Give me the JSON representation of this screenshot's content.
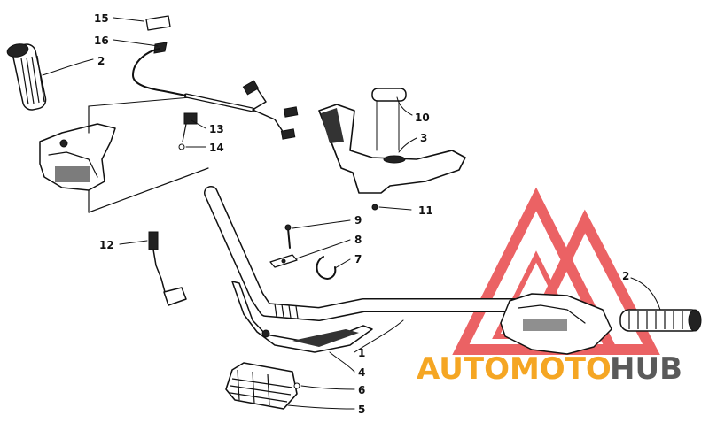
{
  "callouts": [
    {
      "id": "c1",
      "label": "1"
    },
    {
      "id": "c2a",
      "label": "2"
    },
    {
      "id": "c2b",
      "label": "2"
    },
    {
      "id": "c3",
      "label": "3"
    },
    {
      "id": "c4",
      "label": "4"
    },
    {
      "id": "c5",
      "label": "5"
    },
    {
      "id": "c6",
      "label": "6"
    },
    {
      "id": "c7",
      "label": "7"
    },
    {
      "id": "c8",
      "label": "8"
    },
    {
      "id": "c9",
      "label": "9"
    },
    {
      "id": "c10",
      "label": "10"
    },
    {
      "id": "c11",
      "label": "11"
    },
    {
      "id": "c12",
      "label": "12"
    },
    {
      "id": "c13",
      "label": "13"
    },
    {
      "id": "c14",
      "label": "14"
    },
    {
      "id": "c15",
      "label": "15"
    },
    {
      "id": "c16",
      "label": "16"
    }
  ],
  "watermark": {
    "part1": "AUTOMOTO",
    "part2": "HUB",
    "color_orange": "#f5a623",
    "color_red": "#e8474a",
    "color_gray": "#5a5a5a"
  }
}
